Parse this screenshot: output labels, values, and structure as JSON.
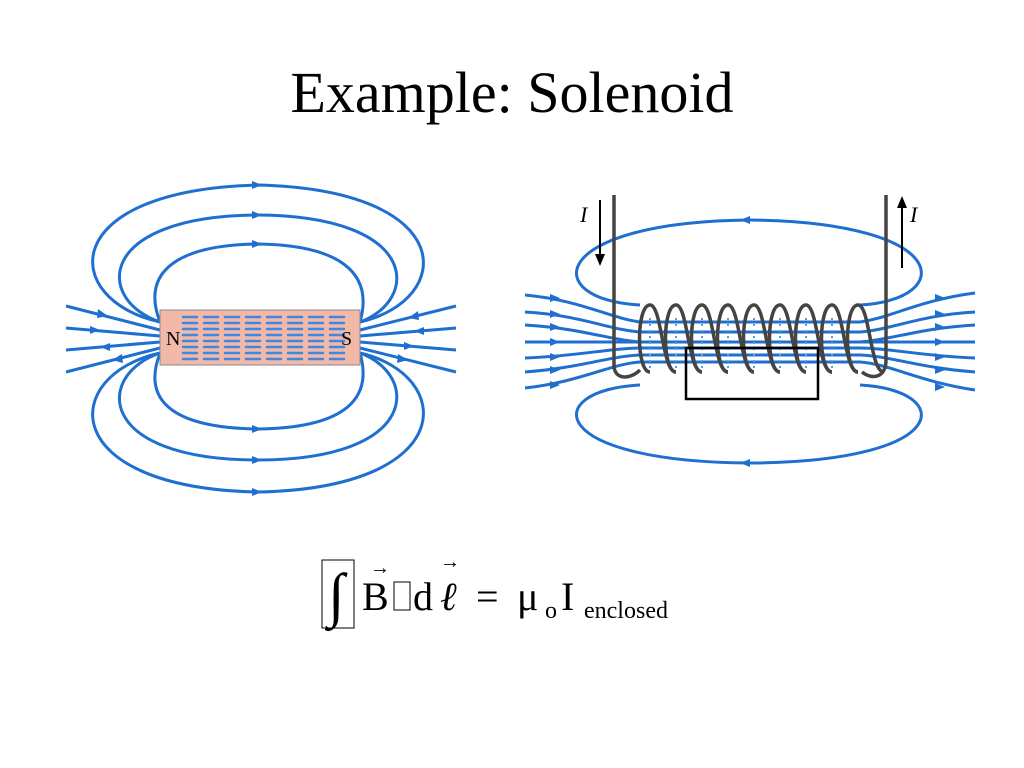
{
  "slide": {
    "title": "Example:  Solenoid"
  },
  "bar_magnet": {
    "north_label": "N",
    "south_label": "S"
  },
  "solenoid": {
    "current_label_left": "I",
    "current_label_right": "I"
  },
  "equation": {
    "B_symbol": "B",
    "d_symbol": "d",
    "ell_symbol": "ℓ",
    "equals": "=",
    "mu": "μ",
    "mu_subscript": "o",
    "I_symbol": "I",
    "I_subscript": "enclosed"
  },
  "colors": {
    "field_line": "#1f6fd0",
    "magnet_fill": "#f2b8a8",
    "coil": "#444444",
    "text": "#000000"
  }
}
